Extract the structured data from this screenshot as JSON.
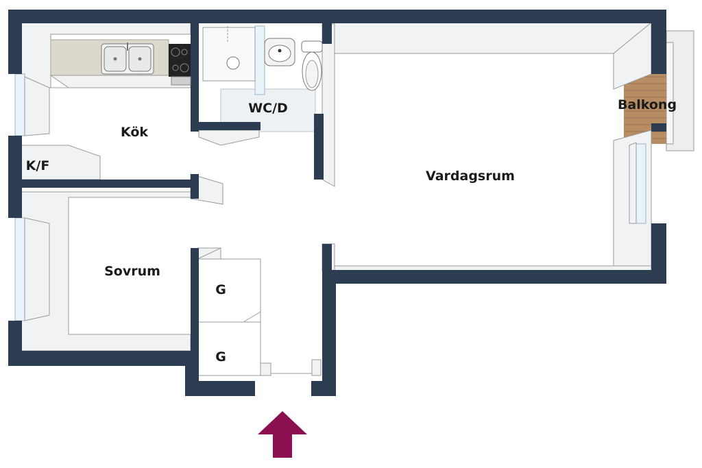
{
  "rooms": {
    "kitchen": "Kök",
    "bathroom": "WC/D",
    "living": "Vardagsrum",
    "balcony": "Balkong",
    "closet_kf": "K/F",
    "bedroom": "Sovrum",
    "wardrobe_1": "G",
    "wardrobe_2": "G"
  },
  "colors": {
    "wall": "#2c3d52",
    "entrance_arrow": "#8c0f52",
    "balcony_deck": "#b98d63",
    "counter": "#dcd8cc"
  },
  "icons": [
    "sink-icon",
    "stove-icon",
    "shower-icon",
    "washbasin-icon",
    "toilet-icon",
    "entrance-arrow-icon"
  ]
}
